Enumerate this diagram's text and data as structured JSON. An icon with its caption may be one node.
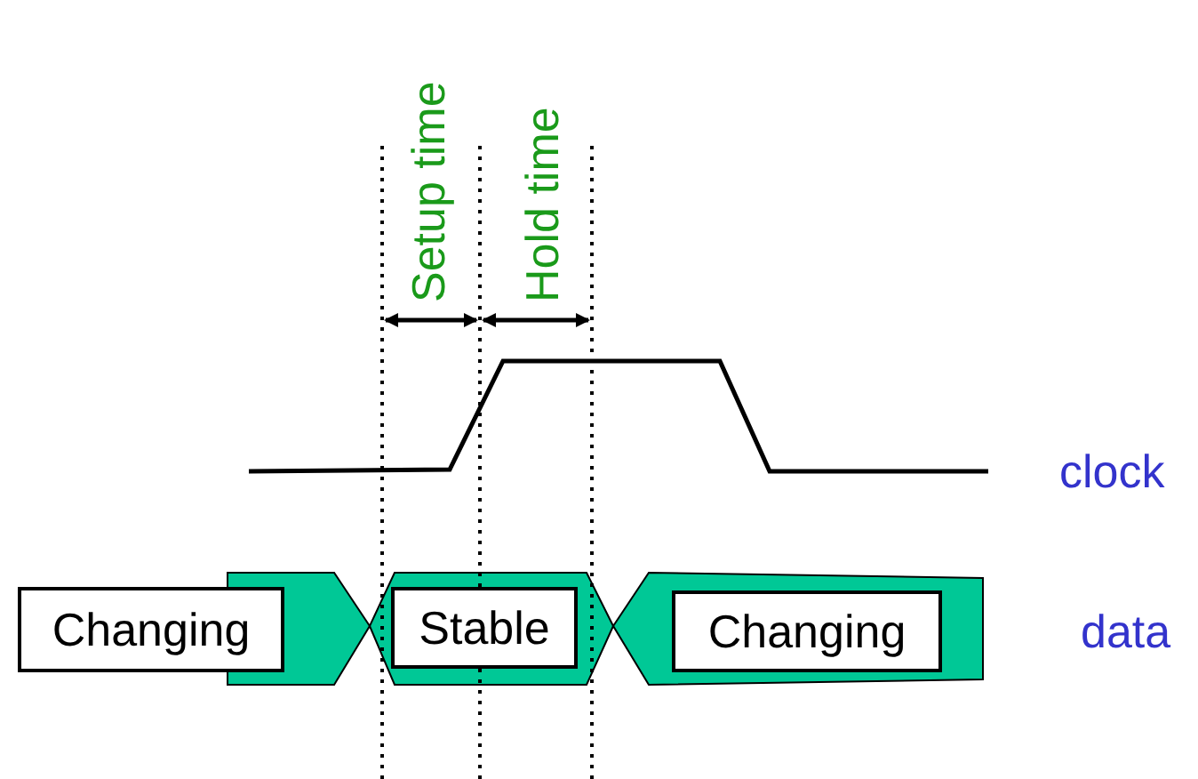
{
  "diagram": {
    "nodes": [
      {
        "text": [
          "Changing"
        ]
      },
      {
        "text": [
          "Stable"
        ]
      },
      {
        "text": [
          "Changing"
        ]
      }
    ],
    "labels": [
      "Setup time",
      "Hold time",
      "clock",
      "data"
    ]
  }
}
